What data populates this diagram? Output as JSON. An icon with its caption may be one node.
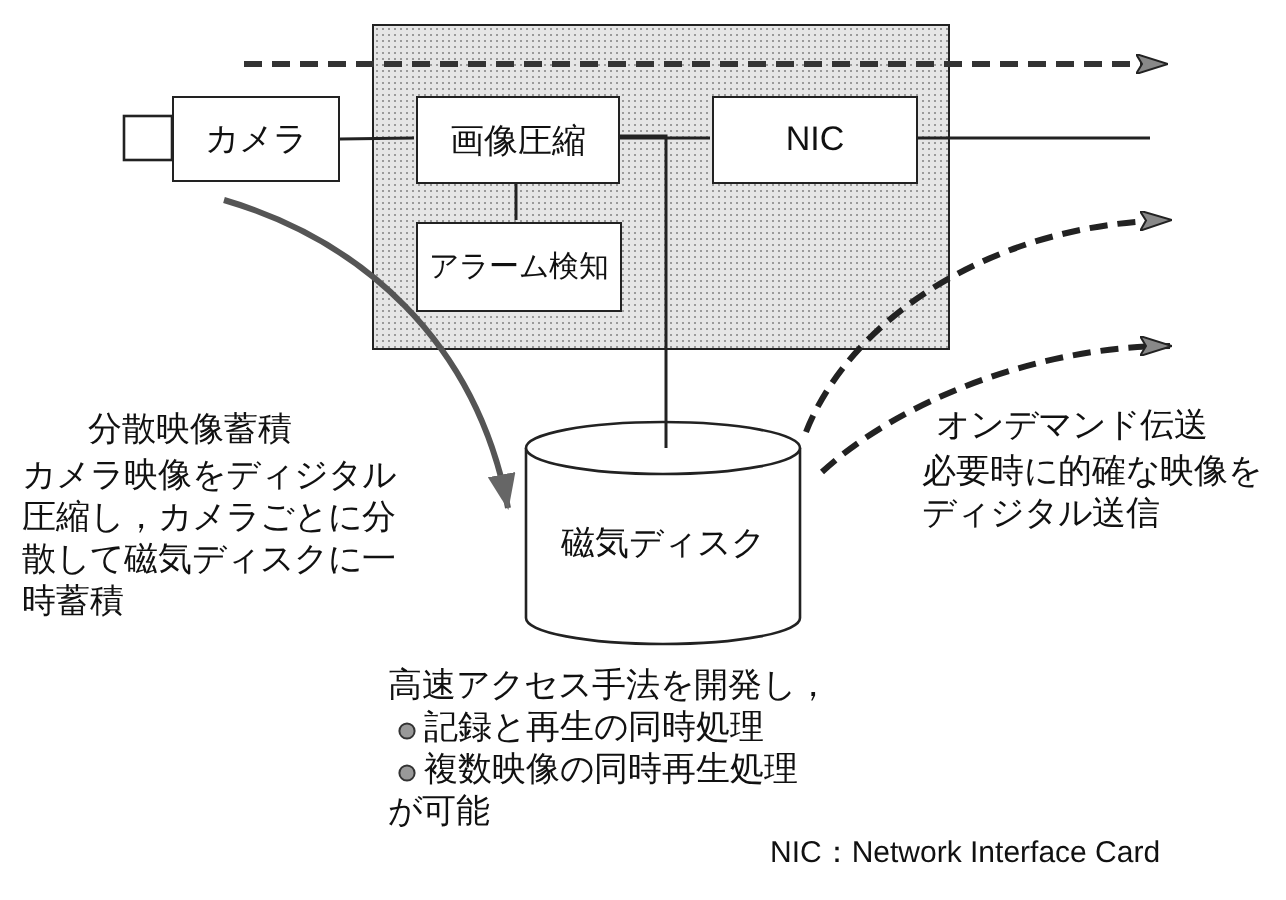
{
  "diagram": {
    "nodes": [
      {
        "text": [],
        "shape": "box"
      },
      {
        "text": [
          "カメラ"
        ]
      },
      {
        "text": [
          "画像圧縮"
        ],
        "in": 0
      },
      {
        "text": [
          "NIC"
        ],
        "in": 0
      },
      {
        "text": [
          "アラーム検知"
        ],
        "in": 0
      },
      {
        "text": [
          "磁気ディスク"
        ]
      }
    ],
    "edges": [
      {
        "from": 1,
        "to": 2,
        "arrow": "none"
      },
      {
        "from": 2,
        "to": 3,
        "arrow": "none"
      },
      {
        "from": 2,
        "to": 4,
        "arrow": "none"
      },
      {
        "from": 2,
        "to": 5,
        "arrow": "none"
      },
      {
        "from": 3,
        "to": null,
        "arrow": "none"
      },
      {
        "from": 5,
        "to": null,
        "arrow": "to",
        "style": "dashed"
      },
      {
        "from": 5,
        "to": null,
        "arrow": "to",
        "style": "dashed"
      },
      {
        "from": 1,
        "to": 5,
        "arrow": "to",
        "style": "thick",
        "color": "#555555"
      }
    ],
    "labels": [
      "分散映像蓄積",
      "カメラ映像をディジタル圧縮し，カメラごとに分散して磁気ディスクに一時蓄積",
      "オンデマンド伝送",
      "必要時に的確な映像をディジタル送信",
      "高速アクセス手法を開発し，",
      "記録と再生の同時処理",
      "複数映像の同時再生処理",
      "が可能",
      "NIC：Network Interface Card"
    ]
  }
}
